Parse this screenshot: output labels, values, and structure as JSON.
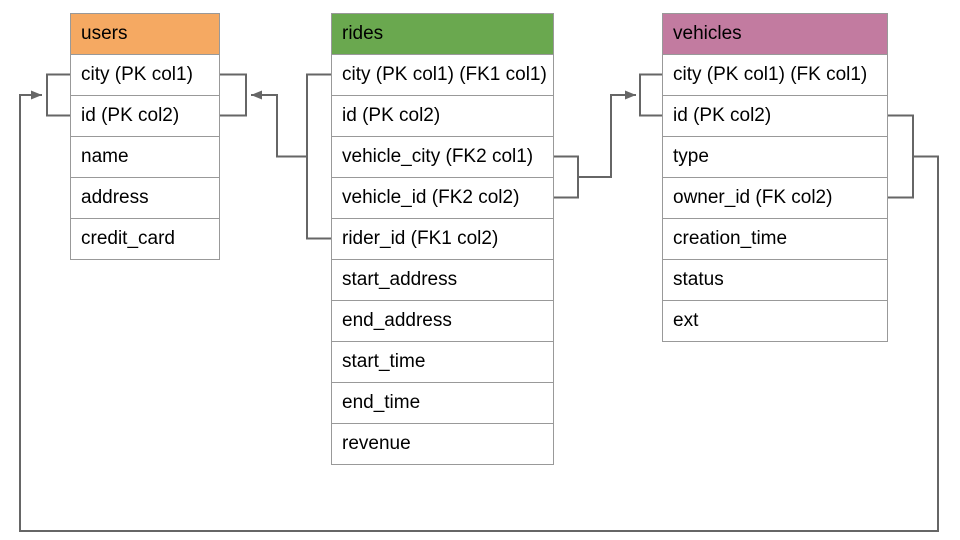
{
  "diagram": {
    "connector_color": "#666666",
    "tables": [
      {
        "name": "users",
        "header_color": "#F5A962",
        "columns": [
          "city (PK col1)",
          "id (PK col2)",
          "name",
          "address",
          "credit_card"
        ]
      },
      {
        "name": "rides",
        "header_color": "#6AA84F",
        "columns": [
          "city (PK col1) (FK1 col1)",
          "id (PK col2)",
          "vehicle_city (FK2 col1)",
          "vehicle_id (FK2 col2)",
          "rider_id (FK1 col2)",
          "start_address",
          "end_address",
          "start_time",
          "end_time",
          "revenue"
        ]
      },
      {
        "name": "vehicles",
        "header_color": "#C27BA0",
        "columns": [
          "city (PK col1) (FK col1)",
          "id (PK col2)",
          "type",
          "owner_id (FK col2)",
          "creation_time",
          "status",
          "ext"
        ]
      }
    ],
    "relationships": [
      {
        "from_table": "rides",
        "from_columns": "city, rider_id",
        "to_table": "users",
        "to_columns": "city, id"
      },
      {
        "from_table": "rides",
        "from_columns": "vehicle_city, vehicle_id",
        "to_table": "vehicles",
        "to_columns": "city, id"
      },
      {
        "from_table": "vehicles",
        "from_columns": "id, owner_id",
        "to_table": "users",
        "to_columns": "city, id"
      }
    ]
  }
}
